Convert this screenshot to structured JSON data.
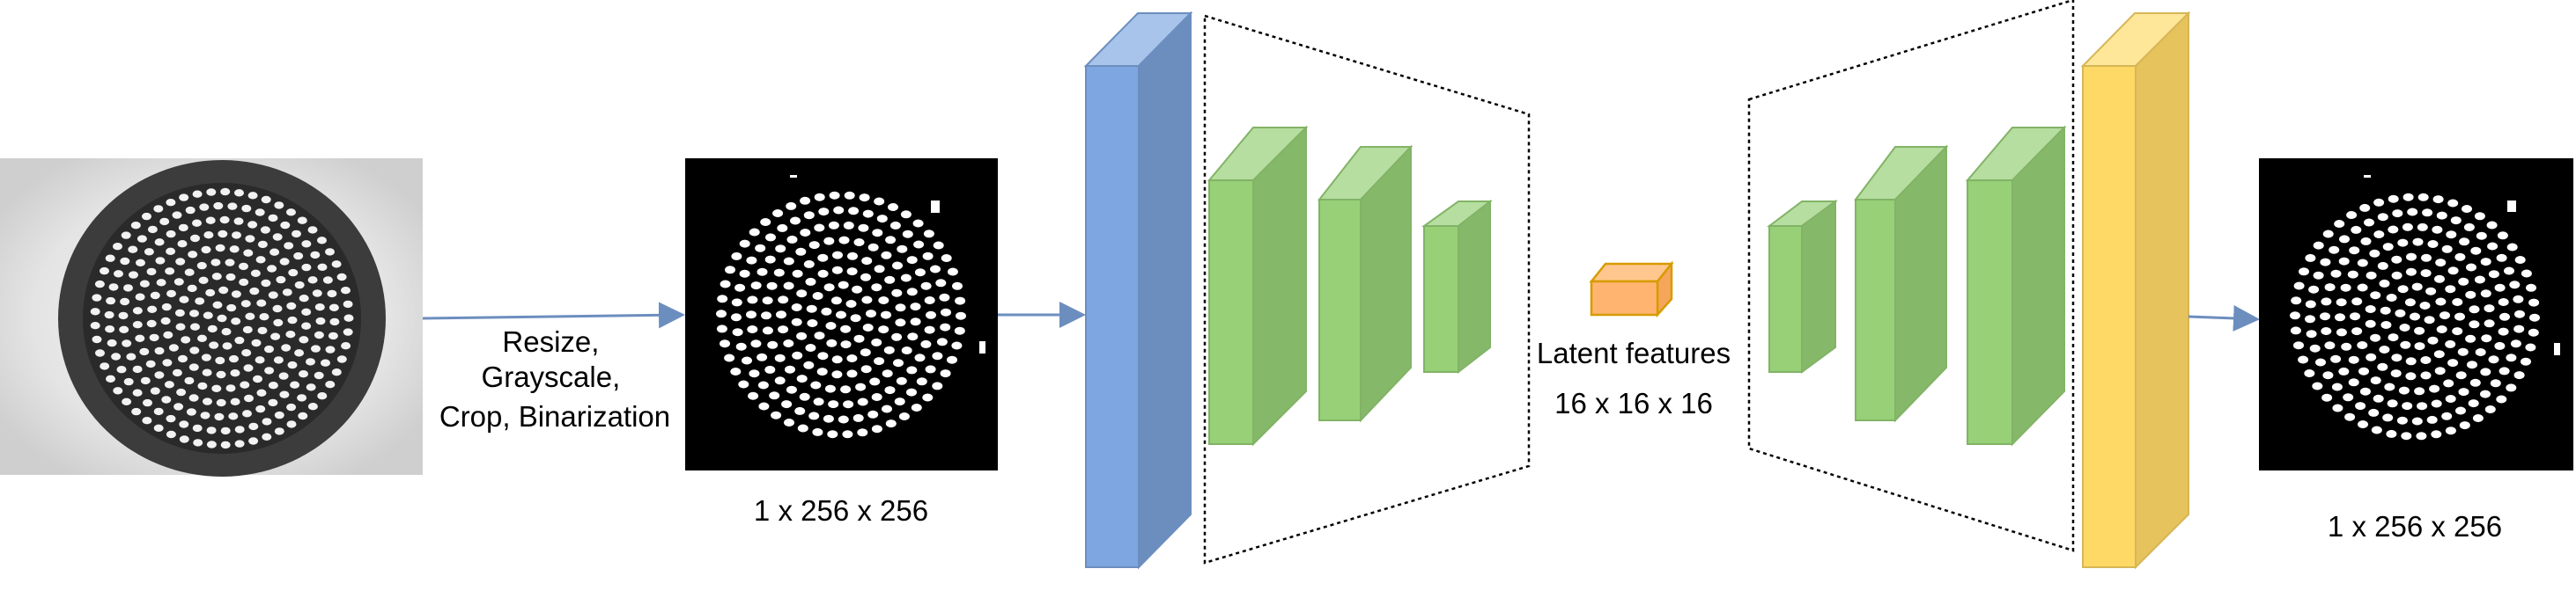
{
  "preprocess_label": [
    "Resize,",
    "Grayscale,",
    "Crop, Binarization"
  ],
  "input_shape_label": "1 x 256 x 256",
  "latent_label": "Latent features",
  "latent_shape_label": "16 x 16 x 16",
  "output_shape_label": "1 x 256 x 256",
  "colors": {
    "arrow": "#6c8ebf",
    "input_layer": "#7ea6e0",
    "encoder_block": "#97d077",
    "latent": "#ffb570",
    "output_layer": "#ffd966",
    "image_bg": "#000000",
    "dots": "#ffffff"
  }
}
